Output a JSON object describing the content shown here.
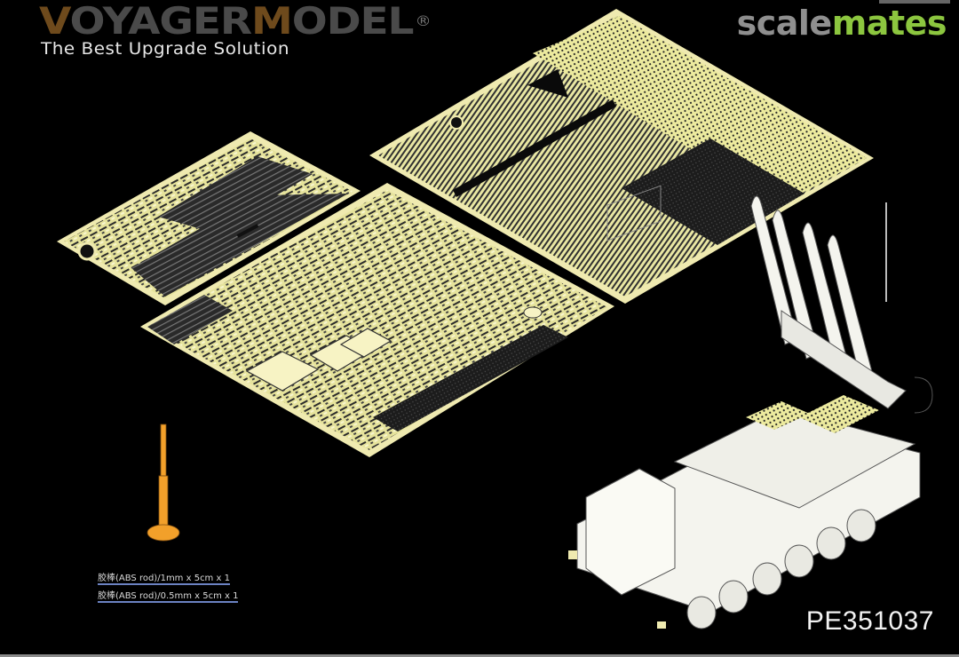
{
  "header": {
    "brand_prefix": "V",
    "brand_mid": "OYAGER",
    "brand_accent": "M",
    "brand_suffix": "ODEL",
    "brand_registered": "®",
    "tagline": "The Best Upgrade Solution",
    "watermark_part1": "scale",
    "watermark_part2": "mates"
  },
  "colors": {
    "brass": "#e8e7a8",
    "brand_gray": "#4a4a4a",
    "brand_accent": "#6e4a1c",
    "watermark_gray": "#8f8f8f",
    "watermark_green": "#8cc63f",
    "rod_orange": "#f2a02a",
    "underline_blue": "#6b82c2"
  },
  "product": {
    "code": "PE351037",
    "frets": [
      {
        "id": "fret-small",
        "description": "small photo-etch fret (left)"
      },
      {
        "id": "fret-medium",
        "description": "medium photo-etch fret (center)"
      },
      {
        "id": "fret-large",
        "description": "large mesh photo-etch fret (top right)"
      }
    ],
    "vehicle": "tracked missile launcher illustration",
    "accessories": [
      {
        "label": "胶棒(ABS rod)/1mm x 5cm x 1"
      },
      {
        "label": "胶棒(ABS rod)/0.5mm x 5cm x 1"
      }
    ]
  }
}
